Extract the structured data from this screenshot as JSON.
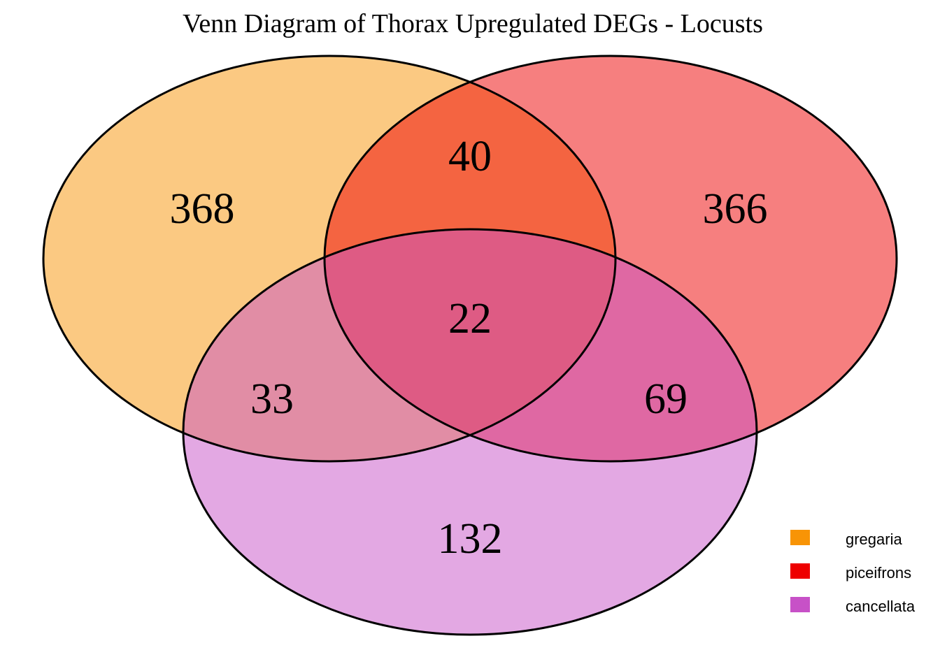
{
  "title": "Venn Diagram of Thorax Upregulated DEGs - Locusts",
  "colors": {
    "background": "#FFFFFF",
    "outline": "#000000",
    "gregaria": "#F89406",
    "piceifrons": "#EE0000",
    "cancellata": "#C751C7"
  },
  "chart_data": {
    "type": "venn",
    "title": "Venn Diagram of Thorax Upregulated DEGs - Locusts",
    "fill_opacity": 0.5,
    "outline_color": "#000000",
    "sets": [
      {
        "name": "gregaria",
        "color": "#F89406"
      },
      {
        "name": "piceifrons",
        "color": "#EE0000"
      },
      {
        "name": "cancellata",
        "color": "#C751C7"
      }
    ],
    "regions": [
      {
        "sets": [
          "gregaria"
        ],
        "value": 368
      },
      {
        "sets": [
          "piceifrons"
        ],
        "value": 366
      },
      {
        "sets": [
          "gregaria",
          "piceifrons"
        ],
        "value": 40
      },
      {
        "sets": [
          "gregaria",
          "piceifrons",
          "cancellata"
        ],
        "value": 22
      },
      {
        "sets": [
          "gregaria",
          "cancellata"
        ],
        "value": 33
      },
      {
        "sets": [
          "piceifrons",
          "cancellata"
        ],
        "value": 69
      },
      {
        "sets": [
          "cancellata"
        ],
        "value": 132
      }
    ],
    "legend": {
      "position": "bottom-right",
      "items": [
        "gregaria",
        "piceifrons",
        "cancellata"
      ]
    }
  }
}
